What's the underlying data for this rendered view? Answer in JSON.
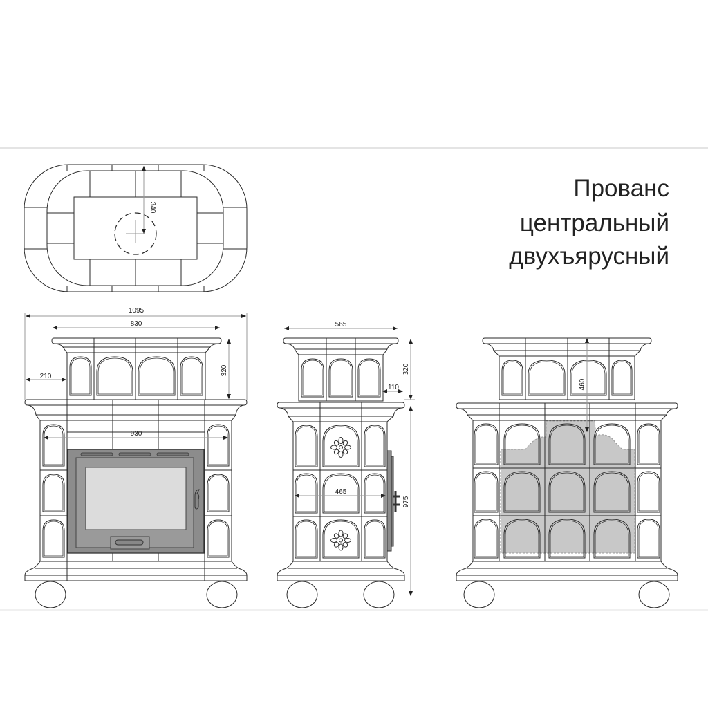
{
  "title": {
    "line1": "Прованс",
    "line2": "центральный",
    "line3": "двухъярусный"
  },
  "plan_view": {
    "dim_depth": "340"
  },
  "front_view": {
    "dim_total_width": "1095",
    "dim_top_width": "830",
    "dim_offset": "210",
    "dim_top_height": "320",
    "dim_insert_width": "930"
  },
  "side_view": {
    "dim_top_width": "565",
    "dim_top_height": "320",
    "dim_step": "110",
    "dim_body_width": "465",
    "dim_body_height": "975"
  },
  "back_view": {
    "dim_height": "460"
  },
  "colors": {
    "line": "#2a2a2a",
    "dim_line": "#9a9a9a",
    "door_metal": "#8c8c8c",
    "glass": "#dcdcdc",
    "heat_zone": "#c8c8c8"
  }
}
